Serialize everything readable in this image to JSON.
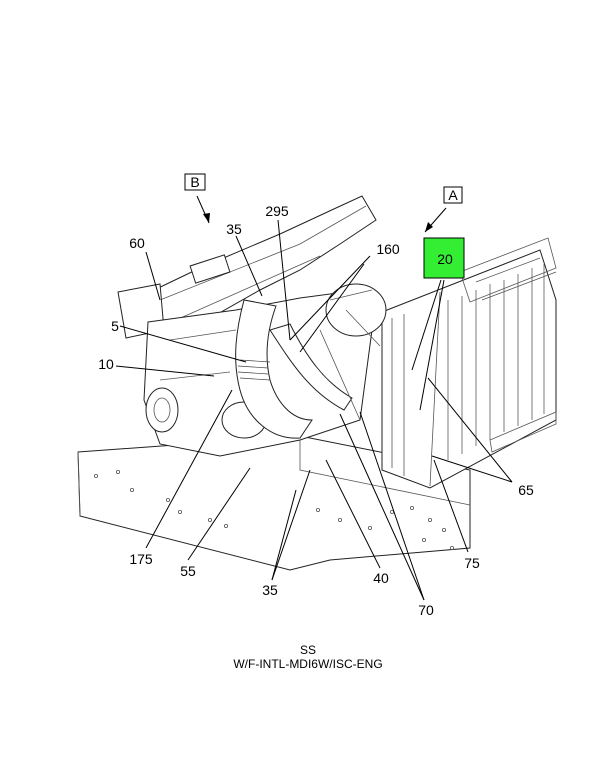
{
  "view_labels": {
    "a": "A",
    "b": "B"
  },
  "callouts": {
    "c20": "20",
    "c35a": "35",
    "c295": "295",
    "c60": "60",
    "c160": "160",
    "c5": "5",
    "c10": "10",
    "c65": "65",
    "c175": "175",
    "c55": "55",
    "c35b": "35",
    "c40": "40",
    "c75": "75",
    "c70": "70"
  },
  "highlight_color": "#33ee33",
  "caption": {
    "line1": "SS",
    "line2": "W/F-INTL-MDI6W/ISC-ENG"
  }
}
